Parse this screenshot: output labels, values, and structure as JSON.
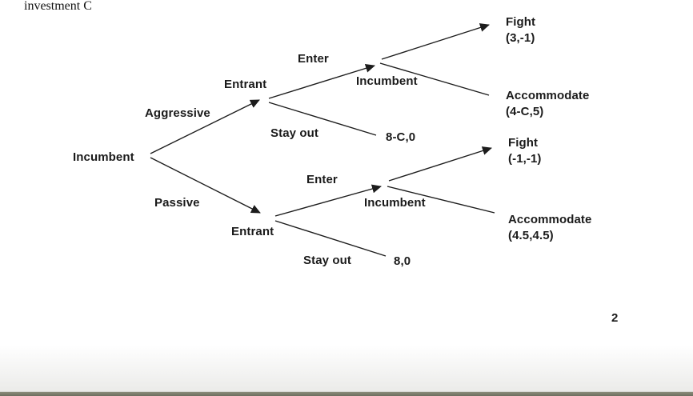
{
  "document": {
    "header_text": "investment C",
    "page_number": "2"
  },
  "tree": {
    "root_label": "Incumbent",
    "upper_branch": {
      "action": "Aggressive",
      "entrant_label": "Entrant",
      "enter_action": "Enter",
      "stay_out_action": "Stay out",
      "stay_out_payoff": "8-C,0",
      "incumbent_label": "Incumbent",
      "fight_action": "Fight",
      "fight_payoff": "(3,-1)",
      "accommodate_action": "Accommodate",
      "accommodate_payoff": "(4-C,5)"
    },
    "lower_branch": {
      "action": "Passive",
      "entrant_label": "Entrant",
      "enter_action": "Enter",
      "stay_out_action": "Stay out",
      "stay_out_payoff": "8,0",
      "incumbent_label": "Incumbent",
      "fight_action": "Fight",
      "fight_payoff": "(-1,-1)",
      "accommodate_action": "Accommodate",
      "accommodate_payoff": "(4.5,4.5)"
    }
  },
  "colors": {
    "line": "#1c1c1c",
    "text": "#1b1b1b",
    "window_edge_bar": "#7b7c6b"
  }
}
